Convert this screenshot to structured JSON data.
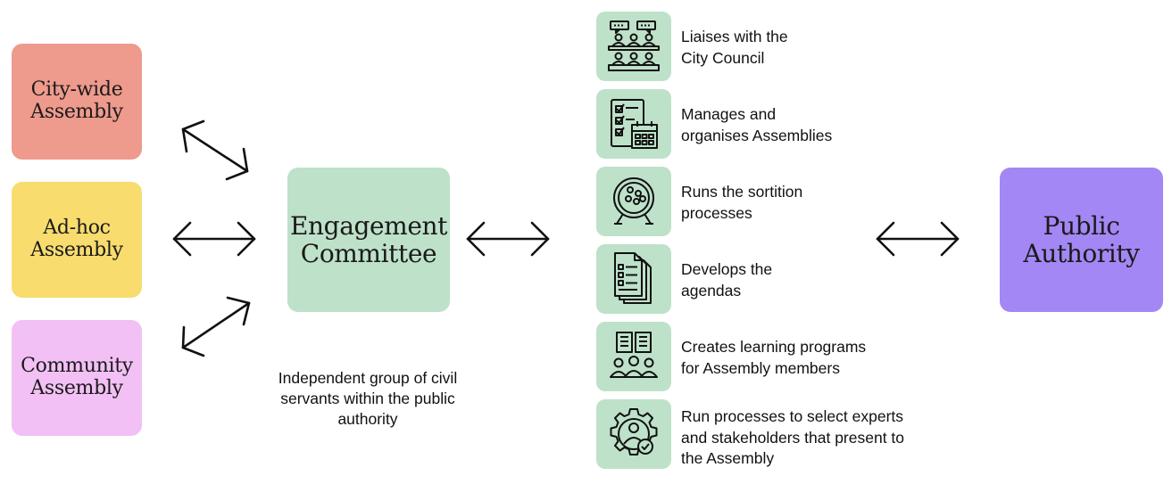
{
  "assemblies": [
    {
      "lines": [
        "City-wide",
        "Assembly"
      ]
    },
    {
      "lines": [
        "Ad-hoc",
        "Assembly"
      ]
    },
    {
      "lines": [
        "Community",
        "Assembly"
      ]
    }
  ],
  "engagement_committee": {
    "lines": [
      "Engagement",
      "Committee"
    ],
    "description": "Independent group of civil servants within the public authority"
  },
  "public_authority": {
    "lines": [
      "Public",
      "Authority"
    ]
  },
  "tasks": [
    {
      "icon": "council-meeting-icon",
      "lines": [
        "Liaises with the",
        "City Council"
      ]
    },
    {
      "icon": "checklist-calendar-icon",
      "lines": [
        "Manages and",
        "organises Assemblies"
      ]
    },
    {
      "icon": "lottery-drum-icon",
      "lines": [
        "Runs the sortition",
        "processes"
      ]
    },
    {
      "icon": "agenda-documents-icon",
      "lines": [
        "Develops the",
        "agendas"
      ]
    },
    {
      "icon": "learning-group-icon",
      "lines": [
        "Creates learning programs",
        "for Assembly members"
      ]
    },
    {
      "icon": "gear-person-check-icon",
      "lines": [
        "Run processes to select experts",
        "and stakeholders that present to",
        "the Assembly"
      ]
    }
  ],
  "colors": {
    "city_wide": "#ee9a8c",
    "ad_hoc": "#f8dc6e",
    "community": "#f2c0f4",
    "engagement": "#bee1c9",
    "public_authority": "#a387f4"
  }
}
